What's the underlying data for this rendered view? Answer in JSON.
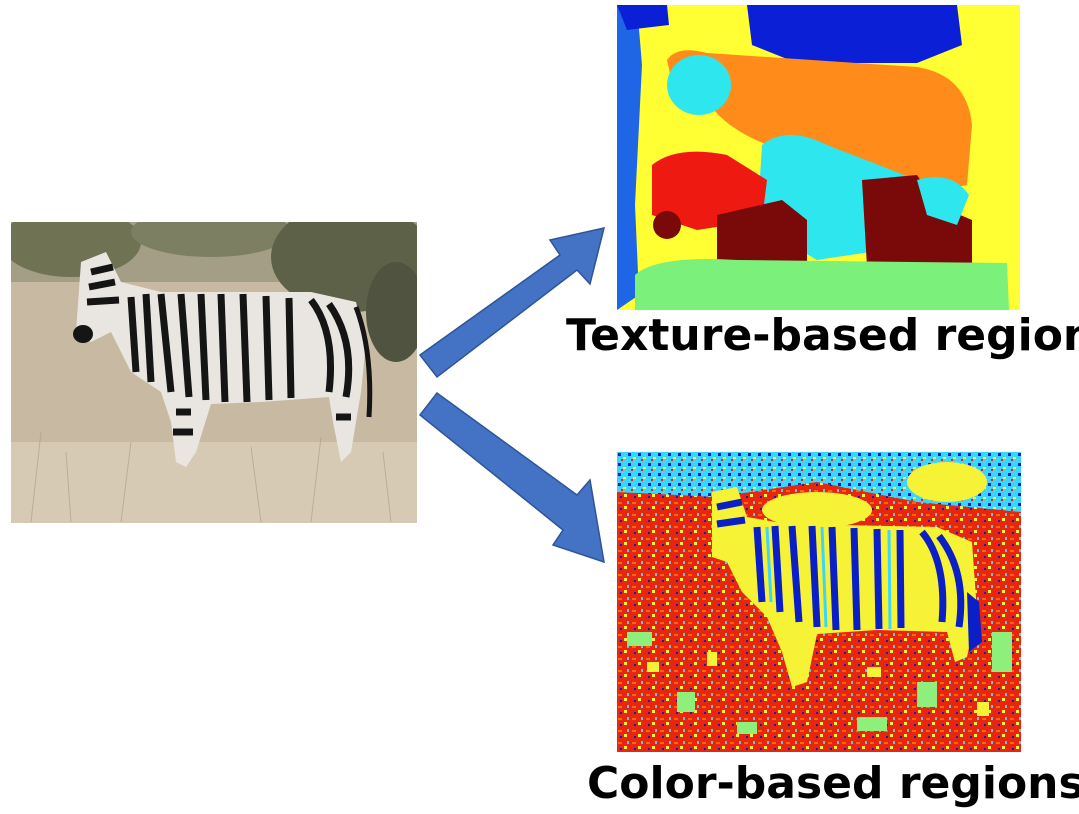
{
  "diagram": {
    "source_image": {
      "icon": "zebra-photo",
      "palette": {
        "grass": "#c8b9a2",
        "bush": "#6f7354",
        "stripe_dark": "#151515",
        "stripe_light": "#e9e6e2"
      }
    },
    "outputs": [
      {
        "caption": "Texture-based regions",
        "palette": {
          "yellow": "#ffff33",
          "blue": "#0a1fd6",
          "orange": "#ff8c1a",
          "cyan": "#2ee6ee",
          "red": "#ee1a12",
          "darkred": "#7a0a0a",
          "green": "#7bf07b",
          "sidebar": "#1f66e6"
        }
      },
      {
        "caption": "Color-based regions",
        "palette": {
          "red": "#e8250f",
          "orange": "#ff6a00",
          "yellow": "#f6f236",
          "cyan": "#3ad6ff",
          "blue": "#0a1fc6",
          "green": "#8ef07a"
        }
      }
    ],
    "arrow_color": "#4472c4"
  }
}
